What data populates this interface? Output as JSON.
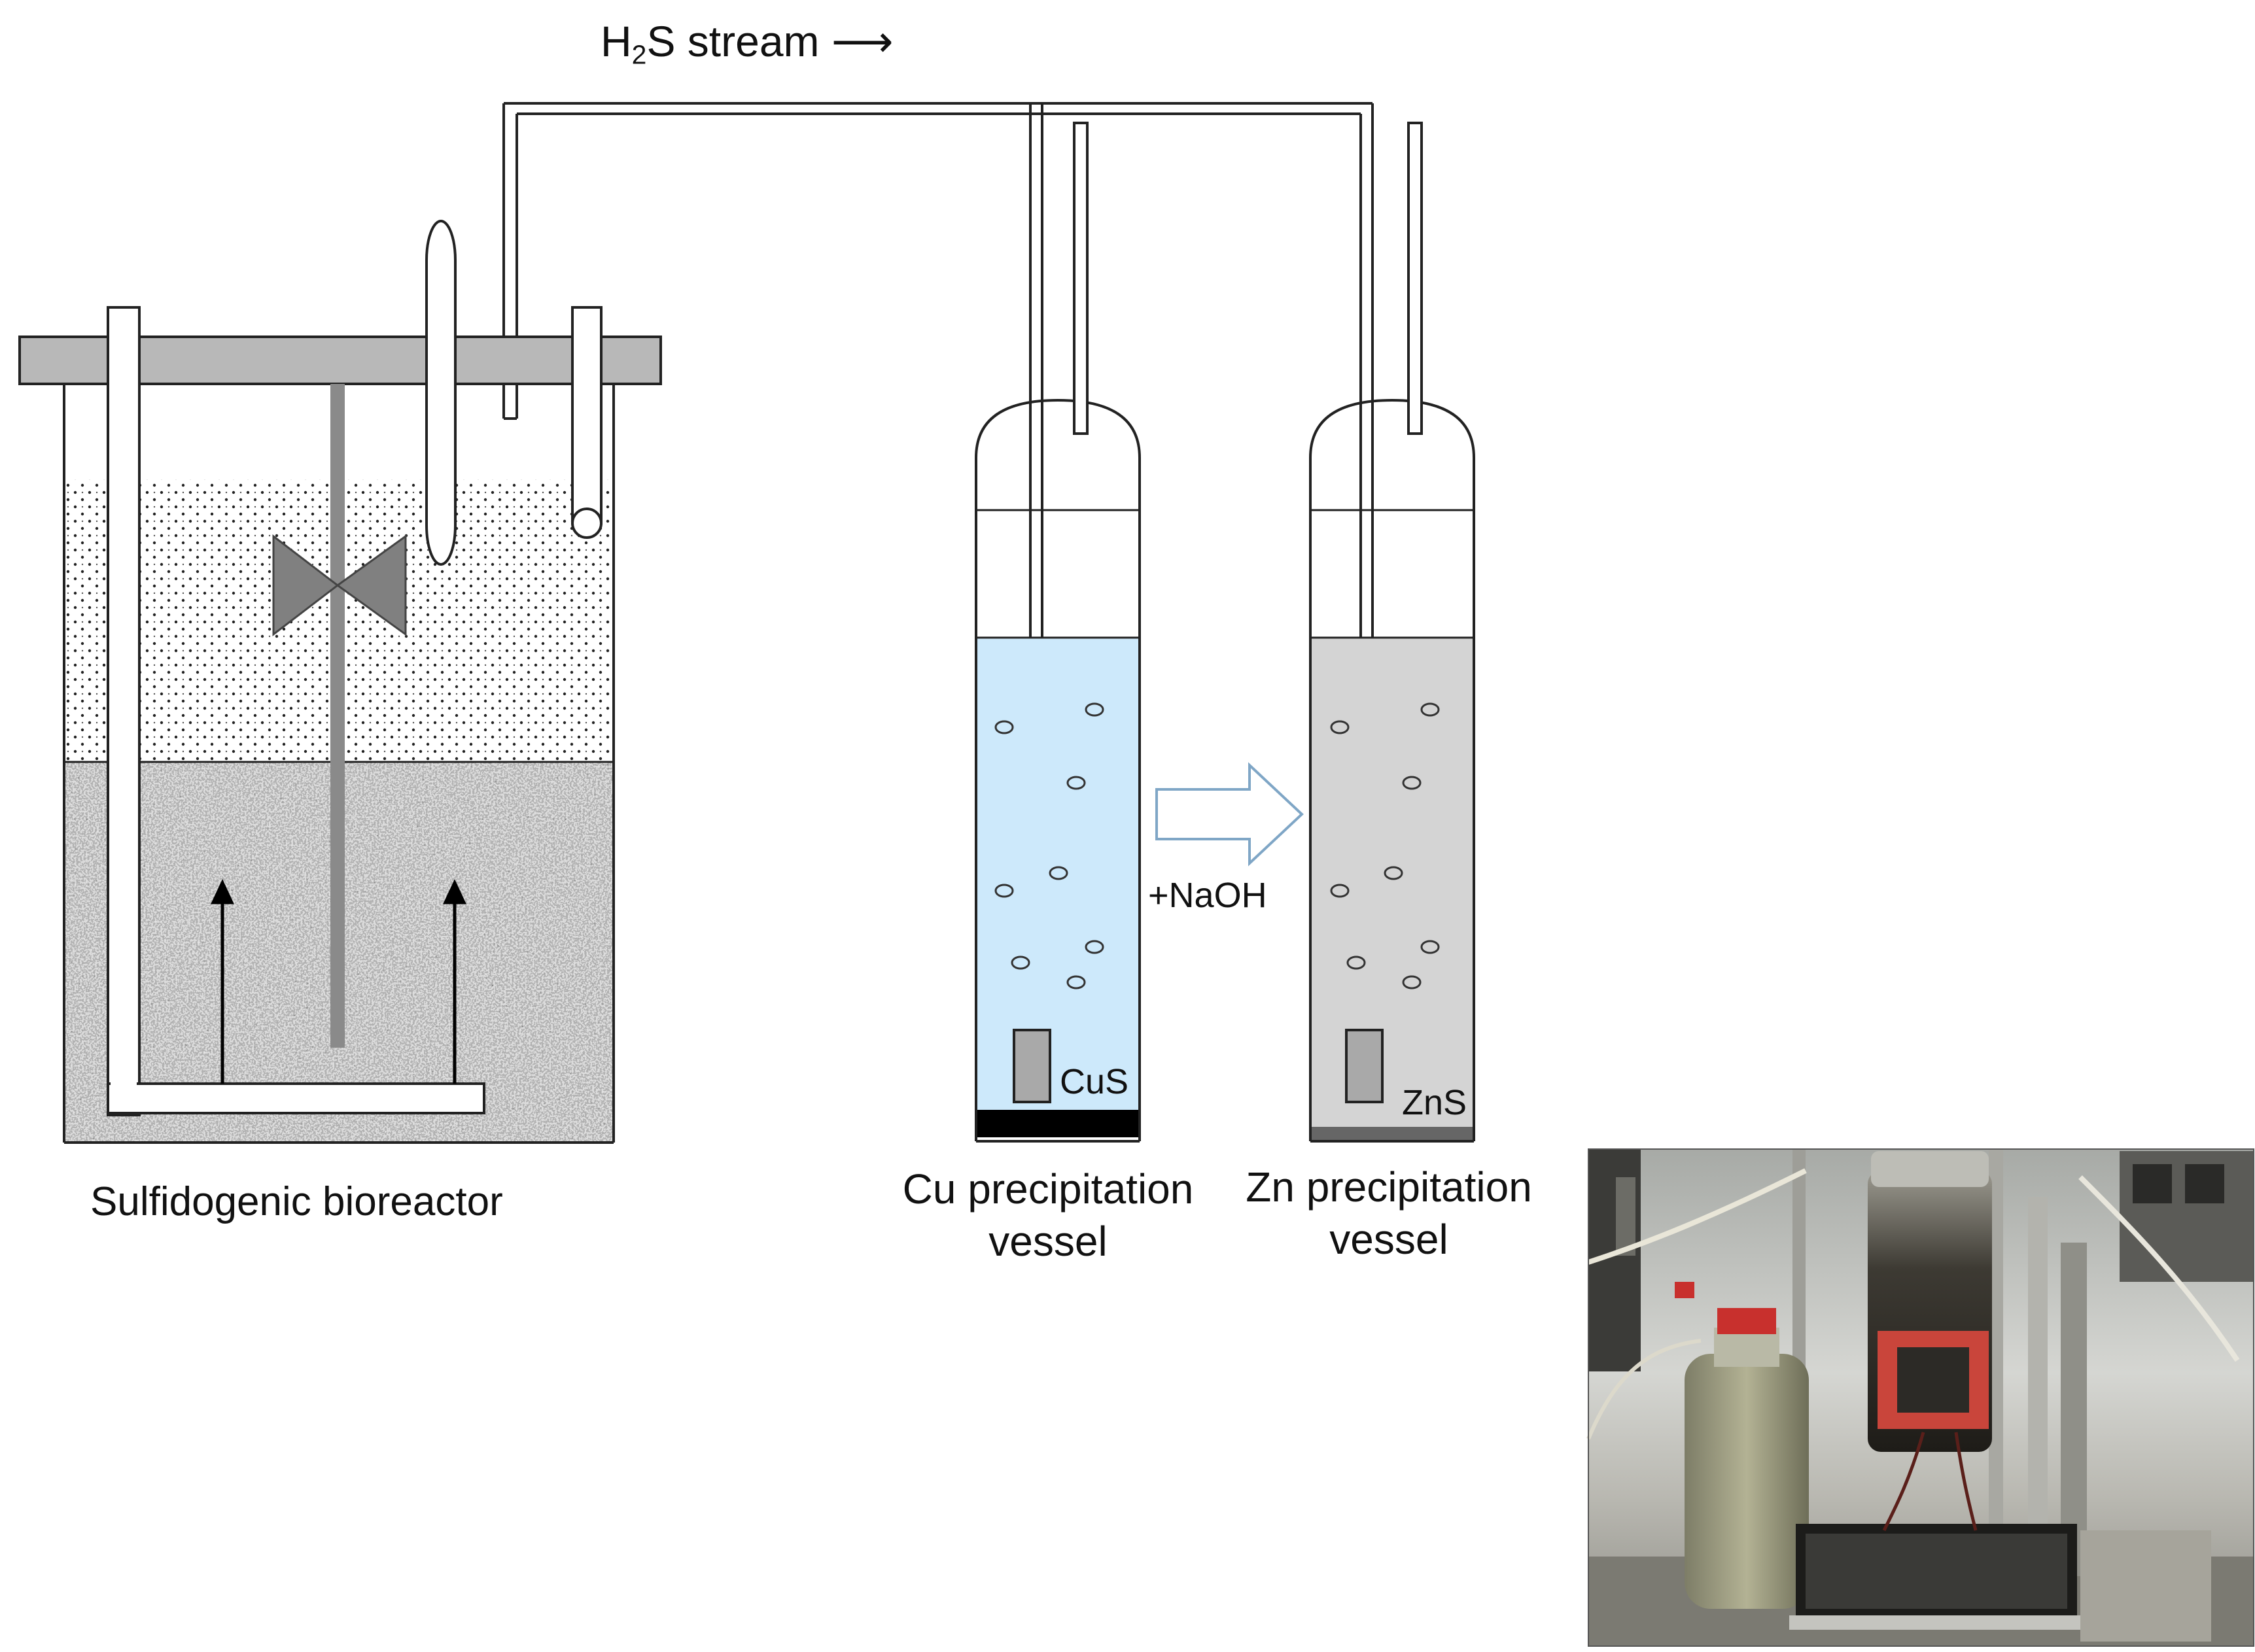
{
  "stream_label": {
    "main": "H",
    "subscript": "2",
    "rest": "S stream ⟶"
  },
  "bioreactor": {
    "label": "Sulfidogenic bioreactor"
  },
  "cu_vessel": {
    "label_line1": "Cu precipitation",
    "label_line2": "vessel",
    "precipitate": "CuS"
  },
  "zn_vessel": {
    "label_line1": "Zn precipitation",
    "label_line2": "vessel",
    "precipitate": "ZnS"
  },
  "transfer": {
    "label": "+NaOH"
  },
  "colors": {
    "cu_liquid": "#cde9fb",
    "zn_liquid": "#d4d4d4",
    "lid": "#b8b8b8",
    "impeller": "#808080",
    "cus_deposit": "#000000",
    "zns_deposit": "#666666",
    "arrow_outline": "#7fa6c6"
  },
  "photo": {
    "description_icon": "lab-setup-photo"
  }
}
